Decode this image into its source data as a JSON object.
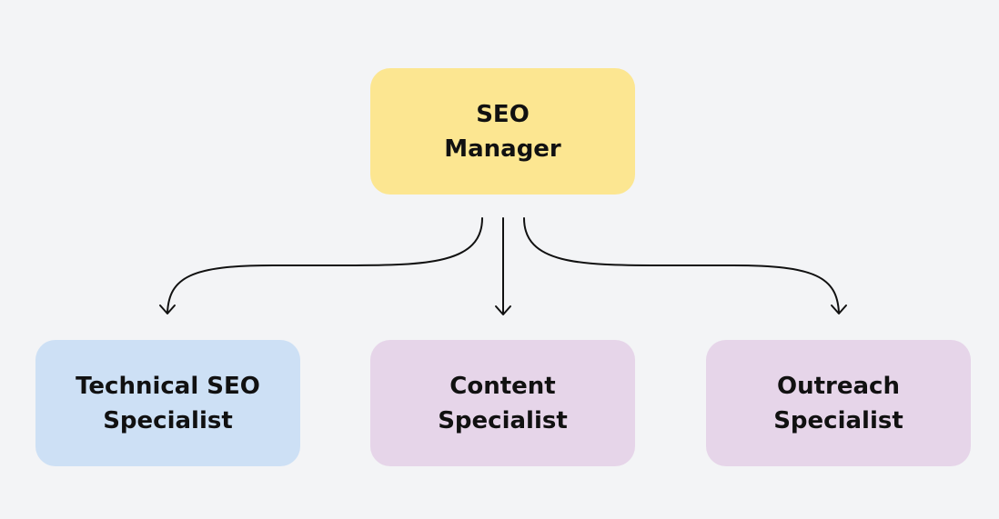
{
  "diagram": {
    "type": "org-chart",
    "colors": {
      "background": "#f3f4f6",
      "manager_fill": "#fce691",
      "technical_fill": "#cde0f5",
      "specialist_fill": "#e6d5e9",
      "edge": "#111111",
      "text": "#111111"
    },
    "nodes": [
      {
        "id": "manager",
        "lines": [
          "SEO",
          "Manager"
        ],
        "role": "root"
      },
      {
        "id": "technical",
        "lines": [
          "Technical SEO",
          "Specialist"
        ],
        "role": "child"
      },
      {
        "id": "content",
        "lines": [
          "Content",
          "Specialist"
        ],
        "role": "child"
      },
      {
        "id": "outreach",
        "lines": [
          "Outreach",
          "Specialist"
        ],
        "role": "child"
      }
    ],
    "edges": [
      {
        "from": "manager",
        "to": "technical",
        "style": "curved-arrow"
      },
      {
        "from": "manager",
        "to": "content",
        "style": "straight-arrow"
      },
      {
        "from": "manager",
        "to": "outreach",
        "style": "curved-arrow"
      }
    ]
  }
}
